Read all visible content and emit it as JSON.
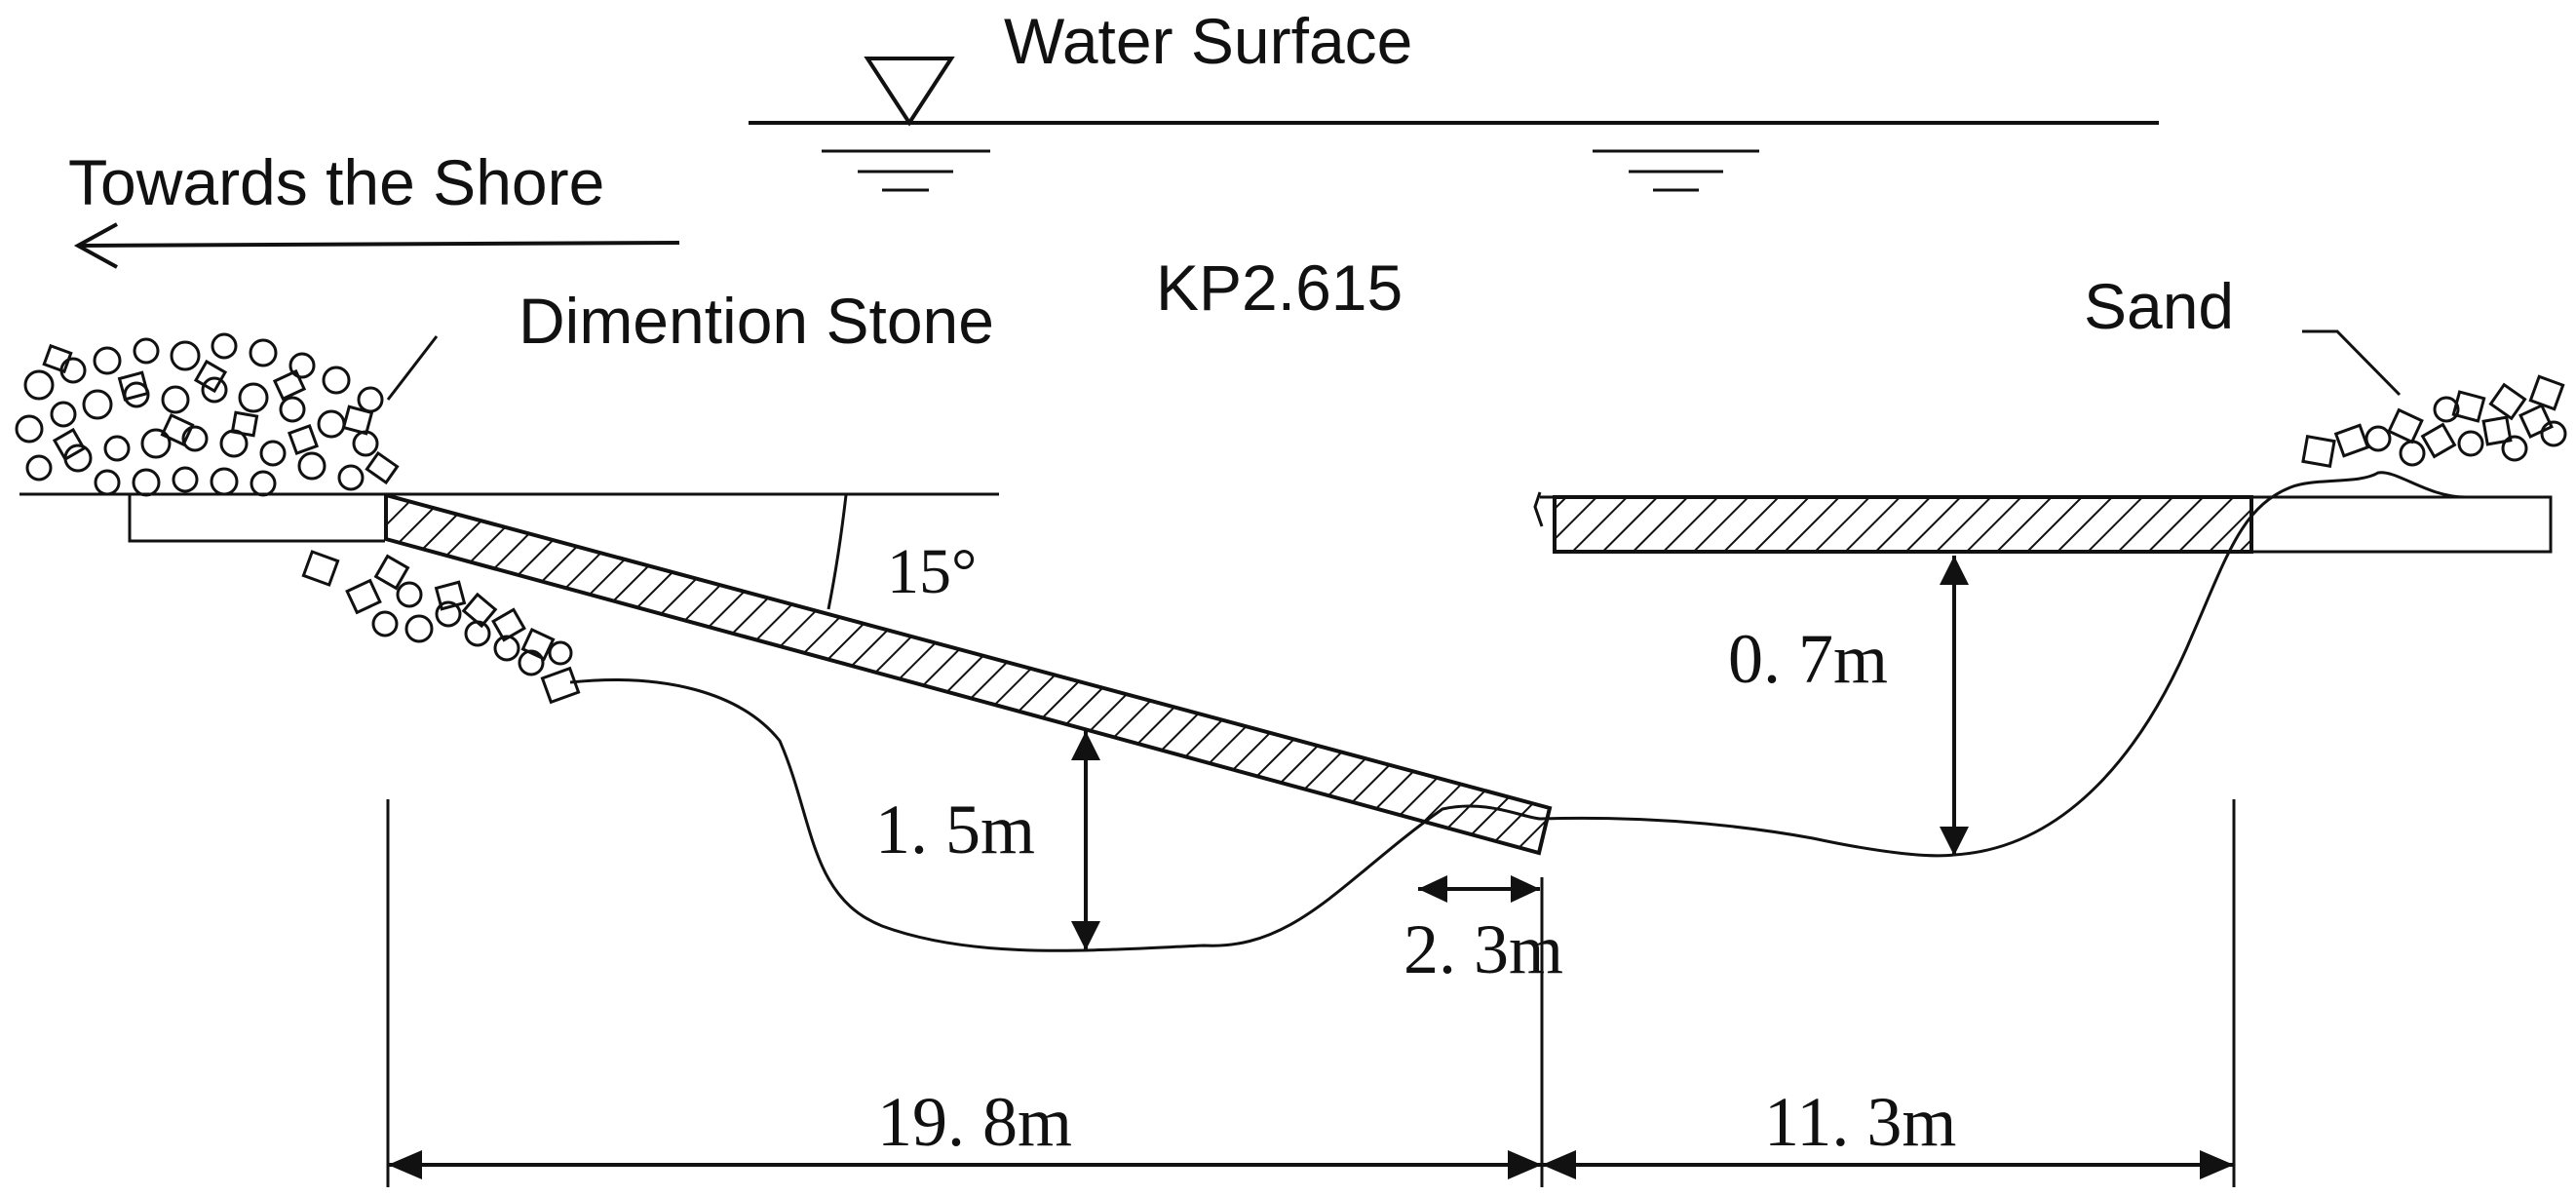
{
  "labels": {
    "water_surface": "Water Surface",
    "towards_shore": "Towards the Shore",
    "dimension_stone": "Dimention Stone",
    "location": "KP2.615",
    "sand": "Sand",
    "angle": "15°",
    "depth_right": "0. 7m",
    "depth_left": "1. 5m",
    "overhang": "2. 3m",
    "span_left": "19. 8m",
    "span_right": "11. 3m"
  },
  "colors": {
    "line": "#111111",
    "background": "#ffffff"
  }
}
